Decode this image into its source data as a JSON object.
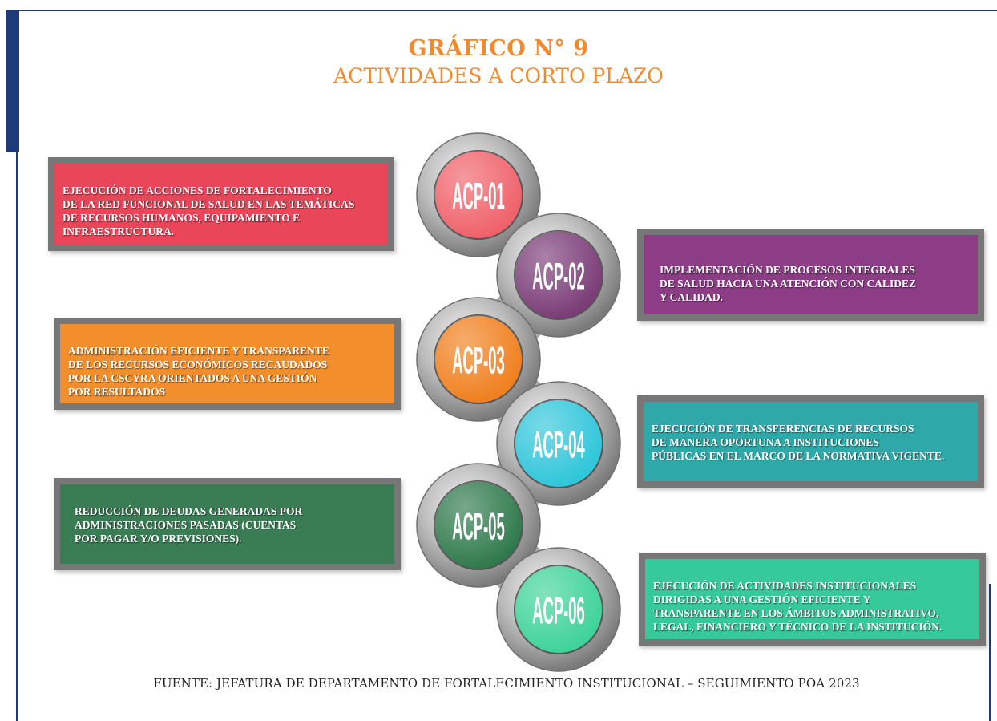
{
  "title": {
    "line1": "GRÁFICO N° 9",
    "line2": "ACTIVIDADES A CORTO PLAZO"
  },
  "items": [
    {
      "code": "ACP-01",
      "text": "EJECUCIÓN DE ACCIONES DE FORTALECIMIENTO\nDE LA RED FUNCIONAL DE SALUD EN LAS TEMÁTICAS\nDE RECURSOS HUMANOS, EQUIPAMIENTO E\nINFRAESTRUCTURA.",
      "color": "#e9465a"
    },
    {
      "code": "ACP-02",
      "text": "IMPLEMENTACIÓN DE PROCESOS INTEGRALES\nDE SALUD HACIA UNA ATENCIÓN CON CALIDEZ\nY CALIDAD.",
      "color": "#8c3d86"
    },
    {
      "code": "ACP-03",
      "text": "ADMINISTRACIÓN EFICIENTE Y TRANSPARENTE\nDE LOS RECURSOS ECONÓMICOS RECAUDADOS\nPOR LA CSCYRA ORIENTADOS A UNA GESTIÓN\nPOR RESULTADOS",
      "color": "#f28e2b"
    },
    {
      "code": "ACP-04",
      "text": "EJECUCIÓN DE TRANSFERENCIAS DE RECURSOS\nDE MANERA OPORTUNA A INSTITUCIONES\nPÚBLICAS EN EL MARCO DE LA NORMATIVA VIGENTE.",
      "color": "#2ea8a8"
    },
    {
      "code": "ACP-05",
      "text": "REDUCCIÓN DE DEUDAS GENERADAS POR\nADMINISTRACIONES PASADAS (CUENTAS\nPOR PAGAR Y/O PREVISIONES).",
      "color": "#3a7d55"
    },
    {
      "code": "ACP-06",
      "text": "EJECUCIÓN DE ACTIVIDADES INSTITUCIONALES\nDIRIGIDAS A UNA GESTIÓN EFICIENTE Y\nTRANSPARENTE EN LOS ÁMBITOS ADMINISTRATIVO,\nLEGAL, FINANCIERO Y TÉCNICO DE LA INSTITUCIÓN.",
      "color": "#36c99a"
    }
  ],
  "circle_colors": [
    "#f0626a",
    "#7b3d78",
    "#f0801f",
    "#30c6da",
    "#2f7a4c",
    "#3fd39a"
  ],
  "source": "FUENTE: JEFATURA DE DEPARTAMENTO DE FORTALECIMIENTO INSTITUCIONAL – SEGUIMIENTO POA 2023"
}
